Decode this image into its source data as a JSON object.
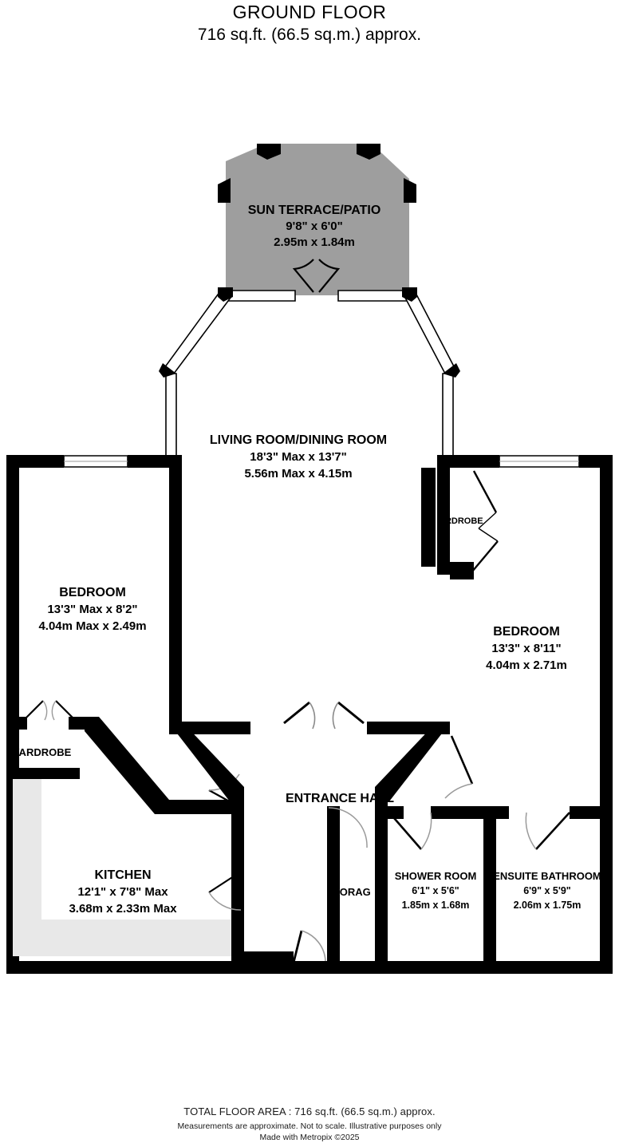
{
  "header": {
    "title": "GROUND FLOOR",
    "area": "716 sq.ft. (66.5 sq.m.) approx."
  },
  "footer": {
    "total": "TOTAL FLOOR AREA : 716 sq.ft. (66.5 sq.m.) approx.",
    "note1": "Measurements are approximate.  Not to scale.  Illustrative purposes only",
    "note2": "Made with Metropix ©2025"
  },
  "colors": {
    "wall": "#000000",
    "terrace_fill": "#9e9e9e",
    "counter_fill": "#e8e8e8",
    "background": "#ffffff",
    "door_arc": "#7a7a7a"
  },
  "rooms": [
    {
      "id": "sun-terrace",
      "name": "SUN TERRACE/PATIO",
      "dim_imperial": "9'8\"  x 6'0\"",
      "dim_metric": "2.95m  x 1.84m"
    },
    {
      "id": "living-dining",
      "name": "LIVING ROOM/DINING ROOM",
      "dim_imperial": "18'3\" Max x 13'7\"",
      "dim_metric": "5.56m Max x 4.15m"
    },
    {
      "id": "bedroom-left",
      "name": "BEDROOM",
      "dim_imperial": "13'3\" Max x 8'2\"",
      "dim_metric": "4.04m Max x 2.49m"
    },
    {
      "id": "bedroom-right",
      "name": "BEDROOM",
      "dim_imperial": "13'3\"  x 8'11\"",
      "dim_metric": "4.04m  x 2.71m"
    },
    {
      "id": "kitchen",
      "name": "KITCHEN",
      "dim_imperial": "12'1\"  x 7'8\" Max",
      "dim_metric": "3.68m  x 2.33m Max"
    },
    {
      "id": "shower-room",
      "name": "SHOWER ROOM",
      "dim_imperial": "6'1\"  x 5'6\"",
      "dim_metric": "1.85m  x 1.68m"
    },
    {
      "id": "ensuite-bathroom",
      "name": "ENSUITE BATHROOM",
      "dim_imperial": "6'9\"  x 5'9\"",
      "dim_metric": "2.06m  x 1.75m"
    },
    {
      "id": "entrance-hall",
      "name": "ENTRANCE HALL",
      "dim_imperial": "",
      "dim_metric": ""
    },
    {
      "id": "wardrobe-left",
      "name": "WARDROBE",
      "dim_imperial": "",
      "dim_metric": ""
    },
    {
      "id": "wardrobe-right",
      "name": "ARDROBE",
      "dim_imperial": "",
      "dim_metric": ""
    },
    {
      "id": "storage",
      "name": "TORAG",
      "dim_imperial": "",
      "dim_metric": ""
    }
  ]
}
